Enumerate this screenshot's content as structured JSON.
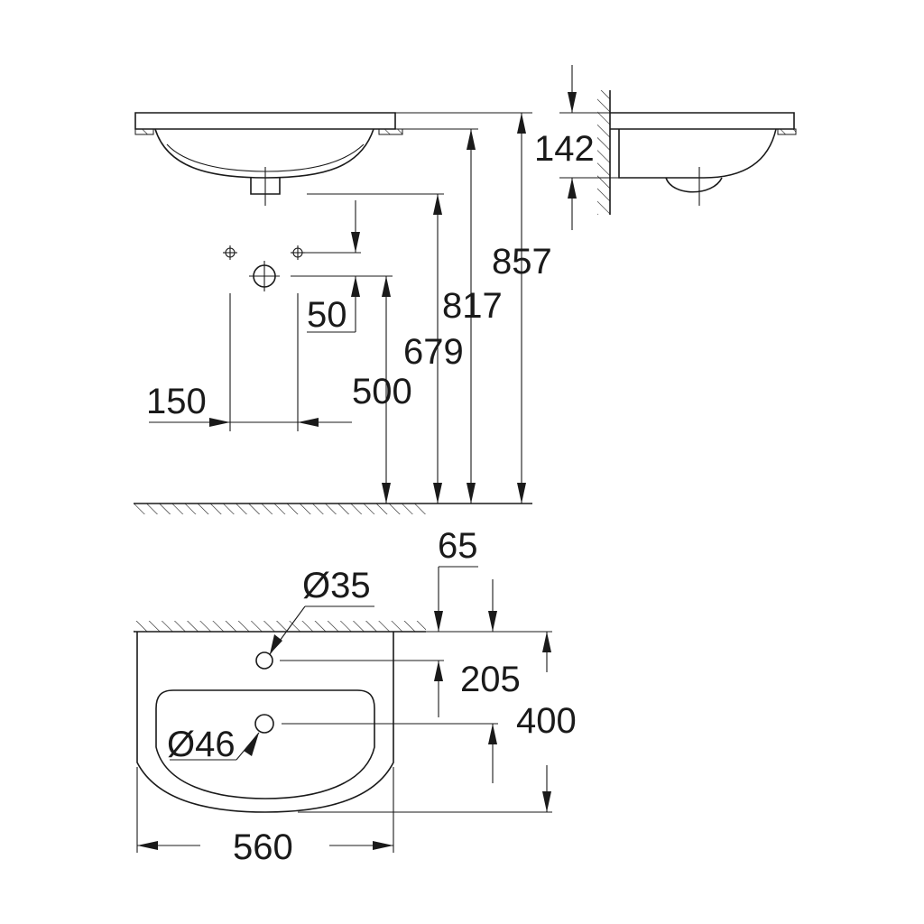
{
  "dimensions": {
    "d142": "142",
    "d857": "857",
    "d817": "817",
    "d50": "50",
    "d679": "679",
    "d150": "150",
    "d500": "500",
    "d65": "65",
    "dia35": "Ø35",
    "d205": "205",
    "d400": "400",
    "dia46": "Ø46",
    "d560": "560"
  }
}
